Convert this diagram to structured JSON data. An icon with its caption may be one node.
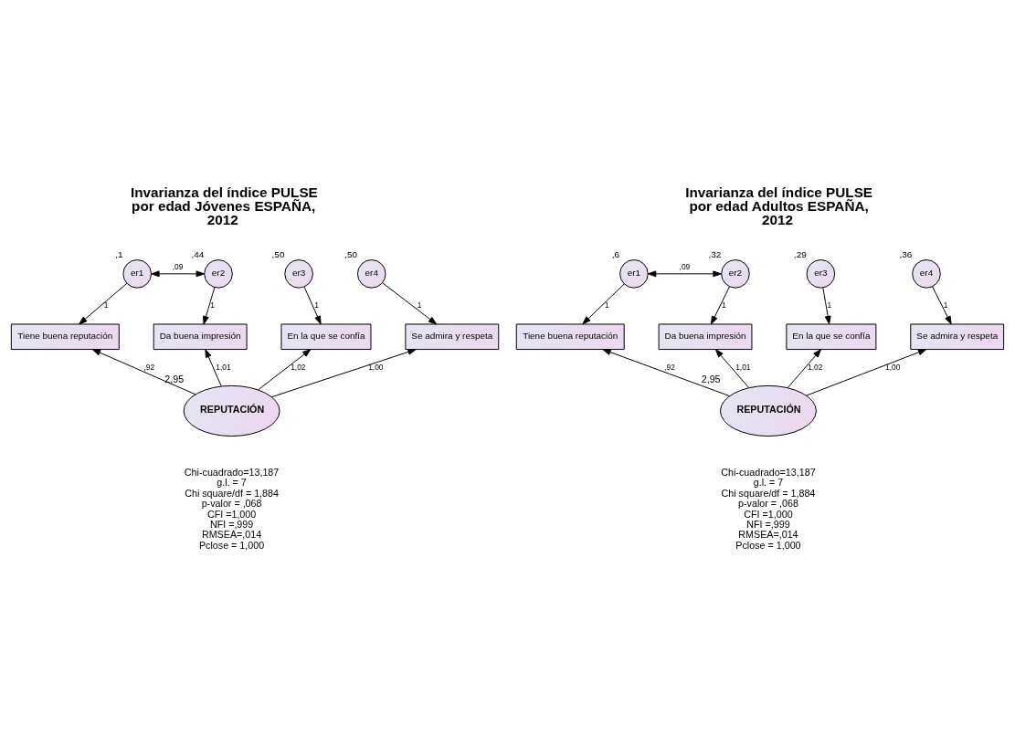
{
  "diagram": {
    "nodes": [
      {
        "text": [
          "er1"
        ],
        "beside": [
          ",1"
        ]
      },
      {
        "text": [
          "er2"
        ],
        "beside": [
          ",44"
        ]
      },
      {
        "text": [
          "er3"
        ],
        "beside": [
          ",50"
        ]
      },
      {
        "text": [
          "er4"
        ],
        "beside": [
          ",50"
        ]
      },
      {
        "text": [
          "Tiene buena reputación"
        ]
      },
      {
        "text": [
          "Da buena impresión"
        ]
      },
      {
        "text": [
          "En la que se confía"
        ]
      },
      {
        "text": [
          "Se admira y respeta"
        ]
      },
      {
        "text": [
          "REPUTACIÓN"
        ],
        "beside": [
          "2,95"
        ]
      },
      {
        "text": [
          "er1"
        ],
        "beside": [
          ",6"
        ]
      },
      {
        "text": [
          "er2"
        ],
        "beside": [
          ",32"
        ]
      },
      {
        "text": [
          "er3"
        ],
        "beside": [
          ",29"
        ]
      },
      {
        "text": [
          "er4"
        ],
        "beside": [
          ",36"
        ]
      },
      {
        "text": [
          "Tiene buena reputación"
        ]
      },
      {
        "text": [
          "Da buena impresión"
        ]
      },
      {
        "text": [
          "En la que se confía"
        ]
      },
      {
        "text": [
          "Se admira y respeta"
        ]
      },
      {
        "text": [
          "REPUTACIÓN"
        ],
        "beside": [
          "2,95"
        ]
      }
    ],
    "edges": [
      {
        "from": 0,
        "to": 1,
        "arrow": "both",
        "label": ",09"
      },
      {
        "from": 0,
        "to": 4,
        "arrow": "to",
        "label": "1"
      },
      {
        "from": 1,
        "to": 5,
        "arrow": "to",
        "label": "1"
      },
      {
        "from": 2,
        "to": 6,
        "arrow": "to",
        "label": "1"
      },
      {
        "from": 3,
        "to": 7,
        "arrow": "to",
        "label": "1"
      },
      {
        "from": 8,
        "to": 4,
        "arrow": "to",
        "label": ",92"
      },
      {
        "from": 8,
        "to": 5,
        "arrow": "to",
        "label": "1,01"
      },
      {
        "from": 8,
        "to": 6,
        "arrow": "to",
        "label": "1,02"
      },
      {
        "from": 8,
        "to": 7,
        "arrow": "to",
        "label": "1,00"
      },
      {
        "from": 9,
        "to": 10,
        "arrow": "both",
        "label": ",09"
      },
      {
        "from": 9,
        "to": 13,
        "arrow": "to",
        "label": "1"
      },
      {
        "from": 10,
        "to": 14,
        "arrow": "to",
        "label": "1"
      },
      {
        "from": 11,
        "to": 15,
        "arrow": "to",
        "label": "1"
      },
      {
        "from": 12,
        "to": 16,
        "arrow": "to",
        "label": "1"
      },
      {
        "from": 17,
        "to": 13,
        "arrow": "to",
        "label": ",92"
      },
      {
        "from": 17,
        "to": 14,
        "arrow": "to",
        "label": "1,01"
      },
      {
        "from": 17,
        "to": 15,
        "arrow": "to",
        "label": "1,02"
      },
      {
        "from": 17,
        "to": 16,
        "arrow": "to",
        "label": "1,00"
      }
    ],
    "labels": [
      "Invarianza del índice PULSE por edad Jóvenes ESPAÑA, 2012",
      "Invarianza del índice PULSE por edad Adultos ESPAÑA, 2012",
      "Chi-cuadrado=13,187",
      "g.l. = 7",
      "Chi square/df = 1,884",
      "p-valor = ,068",
      "CFI =1,000",
      "NFI =,999",
      "RMSEA=,014",
      "Pclose = 1,000",
      "Chi-cuadrado=13,187",
      "g.l. = 7",
      "Chi square/df = 1,884",
      "p-valor = ,068",
      "CFI =1,000",
      "NFI =,999",
      "RMSEA=,014",
      "Pclose = 1,000"
    ]
  }
}
